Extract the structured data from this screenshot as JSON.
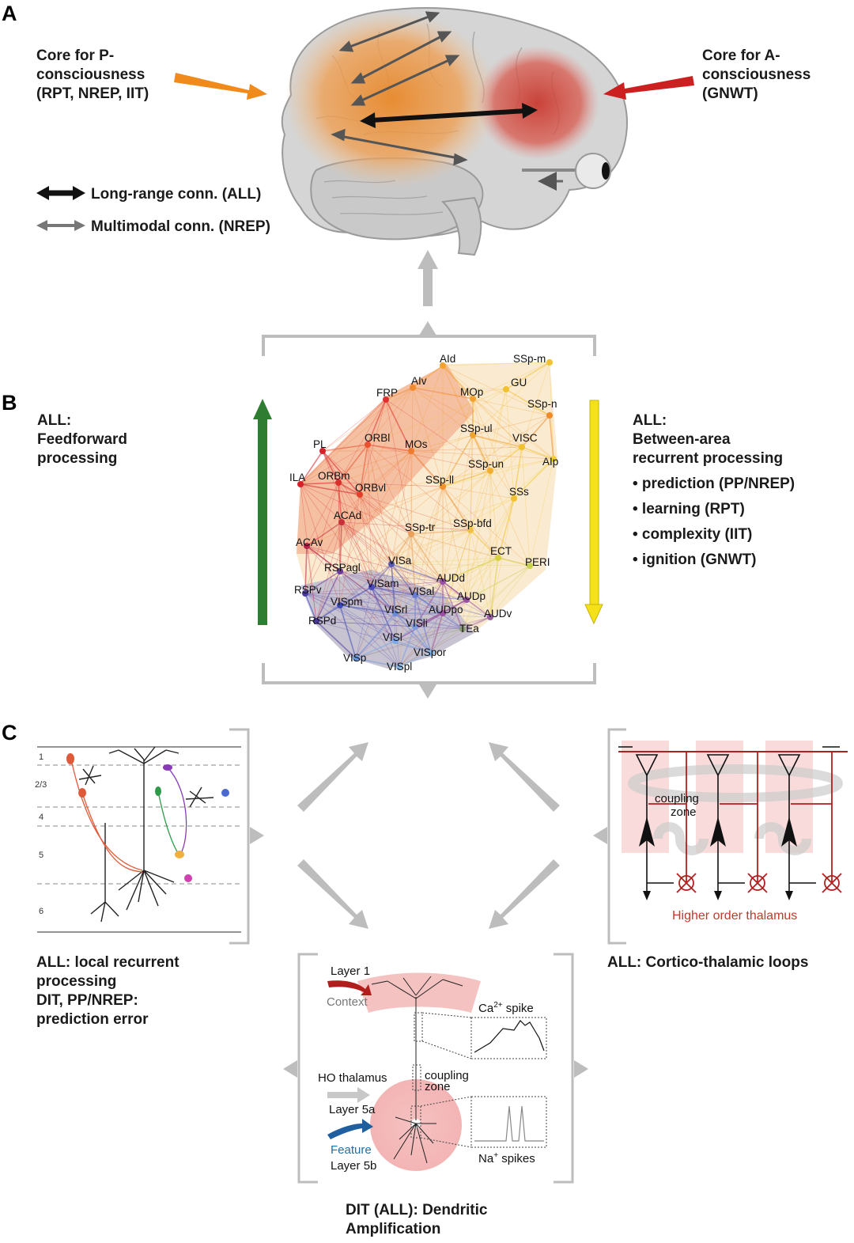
{
  "panels": {
    "a": {
      "letter": "A",
      "p_core": [
        "Core for P-",
        "consciousness",
        "(RPT, NREP, IIT)"
      ],
      "a_core": [
        "Core for A-",
        "consciousness",
        "(GNWT)"
      ],
      "legend_long": "Long-range conn. (ALL)",
      "legend_multi": "Multimodal conn. (NREP)",
      "colors": {
        "p_core": "#f0a04a",
        "a_core": "#d9473f",
        "p_arrow": "#f08a1c",
        "a_arrow": "#cc1f1f"
      }
    },
    "b": {
      "letter": "B",
      "left": [
        "ALL:",
        "Feedforward",
        "processing"
      ],
      "right": [
        "ALL:",
        "Between-area",
        "recurrent processing"
      ],
      "bullets": [
        "• prediction (PP/NREP)",
        "• learning (RPT)",
        "• complexity (IIT)",
        "• ignition (GNWT)"
      ],
      "ff_arrow_color": "#2e7d32",
      "rec_arrow_color": "#f5e11a",
      "network_nodes": [
        {
          "label": "SSp-m",
          "color": "#f2c12e"
        },
        {
          "label": "AId",
          "color": "#f2a22e"
        },
        {
          "label": "GU",
          "color": "#f2c12e"
        },
        {
          "label": "AIv",
          "color": "#f28a2e"
        },
        {
          "label": "MOp",
          "color": "#f2a22e"
        },
        {
          "label": "FRP",
          "color": "#e0302e"
        },
        {
          "label": "SSp-n",
          "color": "#f08a2a"
        },
        {
          "label": "SSp-ul",
          "color": "#f0a22e"
        },
        {
          "label": "ORBl",
          "color": "#e8502e"
        },
        {
          "label": "MOs",
          "color": "#ee7a2e"
        },
        {
          "label": "VISC",
          "color": "#f2c12e"
        },
        {
          "label": "PL",
          "color": "#d8202a"
        },
        {
          "label": "SSp-un",
          "color": "#f0b02e"
        },
        {
          "label": "AIp",
          "color": "#f2d02e"
        },
        {
          "label": "ILA",
          "color": "#d8202a"
        },
        {
          "label": "ORBm",
          "color": "#d8302a"
        },
        {
          "label": "SSp-ll",
          "color": "#f0902e"
        },
        {
          "label": "ORBvl",
          "color": "#e0402a"
        },
        {
          "label": "SSs",
          "color": "#f2c12e"
        },
        {
          "label": "ACAd",
          "color": "#c8303a"
        },
        {
          "label": "SSp-tr",
          "color": "#e8a05a"
        },
        {
          "label": "SSp-bfd",
          "color": "#f0c040"
        },
        {
          "label": "ACAv",
          "color": "#b8204a"
        },
        {
          "label": "ECT",
          "color": "#d8d040"
        },
        {
          "label": "PERI",
          "color": "#c8d050"
        },
        {
          "label": "RSPagl",
          "color": "#6a3a9a"
        },
        {
          "label": "VISa",
          "color": "#5a5ab0"
        },
        {
          "label": "AUDd",
          "color": "#9a50a0"
        },
        {
          "label": "RSPv",
          "color": "#4a3aa0"
        },
        {
          "label": "VISam",
          "color": "#4a4ab8"
        },
        {
          "label": "VISal",
          "color": "#6a7ad0"
        },
        {
          "label": "AUDp",
          "color": "#9a50a0"
        },
        {
          "label": "VISpm",
          "color": "#3a4ab8"
        },
        {
          "label": "VISrl",
          "color": "#6a8ad8"
        },
        {
          "label": "AUDpo",
          "color": "#9a50a0"
        },
        {
          "label": "AUDv",
          "color": "#9a60a0"
        },
        {
          "label": "RSPd",
          "color": "#4a3aa0"
        },
        {
          "label": "VISli",
          "color": "#7a9ae0"
        },
        {
          "label": "TEa",
          "color": "#8a9a70"
        },
        {
          "label": "VISl",
          "color": "#7aaae8"
        },
        {
          "label": "VISpor",
          "color": "#8abae8"
        },
        {
          "label": "VISp",
          "color": "#6a9ae0"
        },
        {
          "label": "VISpl",
          "color": "#8abae8"
        }
      ]
    },
    "c": {
      "letter": "C",
      "layers": [
        "1",
        "2/3",
        "4",
        "5",
        "6"
      ],
      "local_caption": [
        "ALL: local recurrent",
        "processing",
        "DIT, PP/NREP:",
        "prediction error"
      ],
      "thal_caption": "ALL: Cortico-thalamic loops",
      "coupling_zone_right": [
        "coupling",
        "zone"
      ],
      "higher_order_thalamus": "Higher order thalamus",
      "dit_caption": [
        "DIT (ALL): Dendritic",
        "Amplification"
      ],
      "dendrite": {
        "layer1": "Layer 1",
        "context": "Context",
        "ca_spike": "Ca",
        "ca_sup": "2+",
        "ca_suffix": " spike",
        "coupling": [
          "coupling",
          "zone"
        ],
        "ho_thalamus": "HO thalamus",
        "layer5a": "Layer 5a",
        "feature": "Feature",
        "layer5b": "Layer 5b",
        "na": "Na",
        "na_sup": "+",
        "na_suffix": " spikes"
      }
    }
  }
}
